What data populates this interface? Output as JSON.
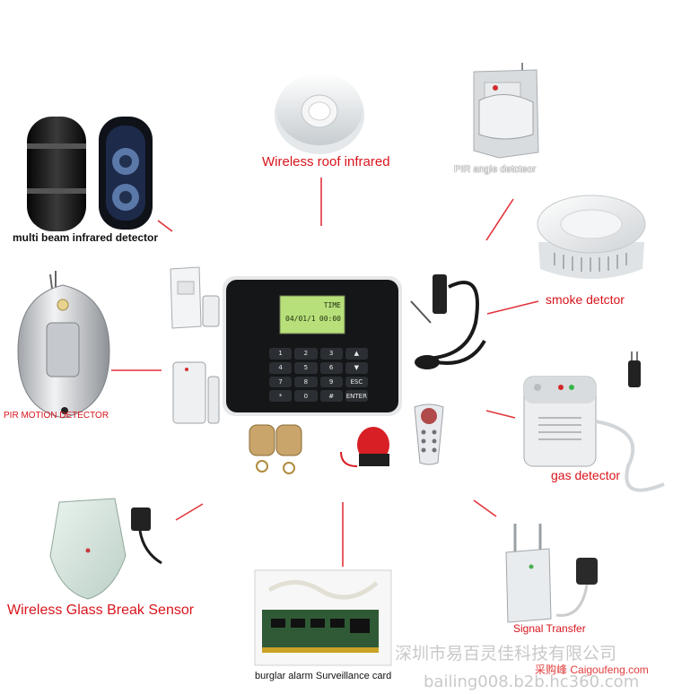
{
  "labels": {
    "multi_beam": "multi beam infrared detector",
    "roof_infrared": "Wireless roof infrared",
    "pir_angle": "PIR angle detcteor",
    "smoke": "smoke detctor",
    "pir_motion": "PIR MOTION DETECTOR",
    "gas": "gas detector",
    "glass_break": "Wireless Glass Break Sensor",
    "surveillance_card": "burglar alarm Surveillance card",
    "signal_transfer": "Signal Transfer"
  },
  "panel": {
    "lcd_time": "TIME",
    "lcd_date": "04/01/1",
    "lcd_clock": "00:00",
    "keys": [
      "1",
      "2",
      "3",
      "▲",
      "4",
      "5",
      "6",
      "▼",
      "7",
      "8",
      "9",
      "ESC",
      "*",
      "0",
      "#",
      "ENTER"
    ]
  },
  "watermark": {
    "company": "深圳市易百灵佳科技有限公司",
    "site_cn": "采购峰",
    "site_url": "Caigoufeng.com",
    "url": "bailing008.b2b.hc360.com"
  },
  "colors": {
    "label_red": "#d8141c",
    "connector_red": "#e2333b",
    "panel_black": "#141618",
    "lcd_green": "#b8e07a"
  }
}
